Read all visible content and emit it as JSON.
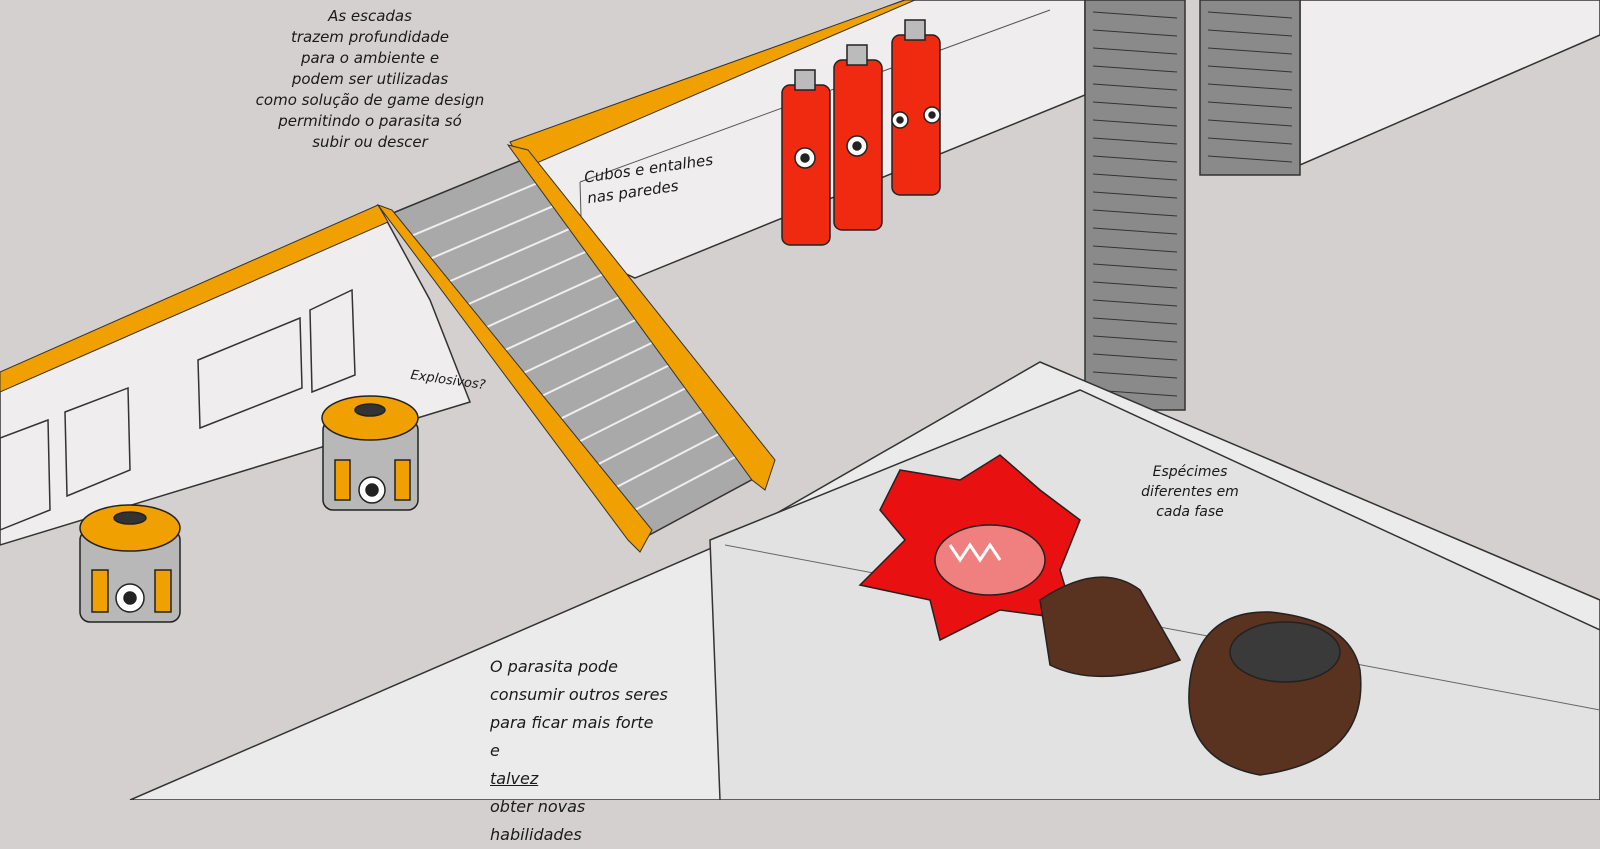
{
  "annotations": {
    "stairs_note": "As escadas\ntrazem profundidade\npara o ambiente e\npodem ser utilizadas\ncomo solução de game design\npermitindo o parasita só\nsubir ou descer",
    "walls_note": "Cubos e entalhes\nnas paredes",
    "explosives_note": "Explosivos?",
    "specimens_note": "Espécimes\ndiferentes em\ncada fase",
    "parasite_note_1": "O parasita pode\nconsumir outros seres\npara ficar mais forte\ne",
    "parasite_note_underlined": "talvez",
    "parasite_note_2": "obter novas\nhabilidades"
  },
  "colors": {
    "floor": "#d4d0d0",
    "wall": "#efeded",
    "rail": "#f0a000",
    "tank_red": "#f02a10",
    "creature_red": "#e81010",
    "pod_brown": "#5a3220",
    "pillar": "#8a8a8a"
  }
}
